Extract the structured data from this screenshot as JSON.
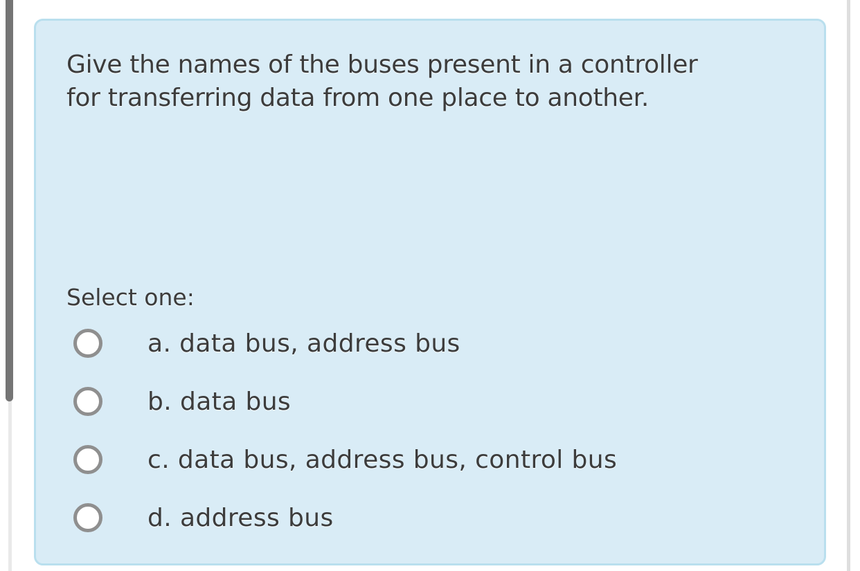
{
  "page": {
    "background_color": "#ffffff"
  },
  "scrollbars": {
    "left_thumb_color": "#757575",
    "left_track_color": "#e9e9e9",
    "right_track_color": "#dedede"
  },
  "question_card": {
    "background_color": "#d9ecf6",
    "border_color": "#b9dfee",
    "text_color": "#3c3c3c",
    "question_text": "Give the names of the buses present in a controller\nfor transferring data from one place to another.",
    "select_prompt": "Select one:",
    "options": [
      {
        "key": "a",
        "label": "a. data bus, address bus",
        "selected": false
      },
      {
        "key": "b",
        "label": "b. data bus",
        "selected": false
      },
      {
        "key": "c",
        "label": "c. data bus, address bus, control bus",
        "selected": false
      },
      {
        "key": "d",
        "label": "d. address bus",
        "selected": false
      }
    ],
    "radio_border_color": "#8f8f8f"
  }
}
